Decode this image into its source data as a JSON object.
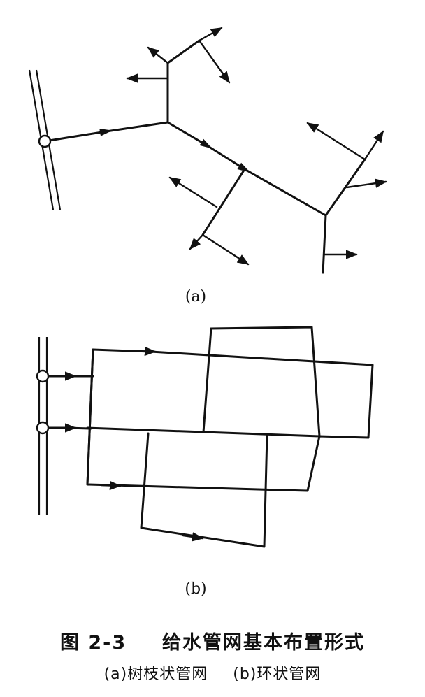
{
  "diagram": {
    "label_a": "(a)",
    "label_b": "(b)"
  },
  "caption": {
    "figure_number": "图 2-3",
    "title": "给水管网基本布置形式",
    "sub_a": "(a)树枝状管网",
    "sub_b": "(b)环状管网"
  }
}
